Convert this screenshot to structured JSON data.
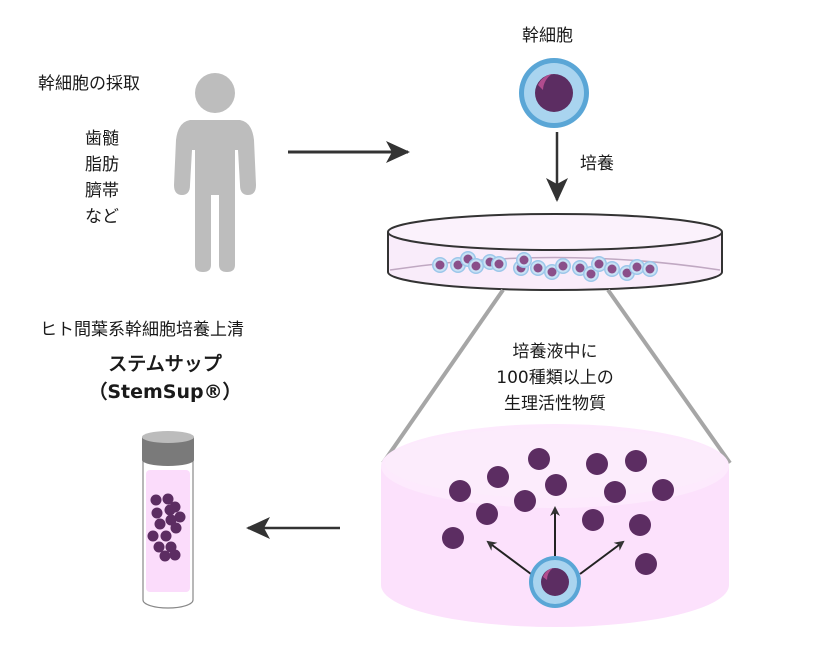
{
  "collection": {
    "title": "幹細胞の採取",
    "sources": [
      "歯髄",
      "脂肪",
      "臍帯",
      "など"
    ]
  },
  "stem_cell": {
    "label": "幹細胞",
    "step_label": "培養"
  },
  "culture_medium": {
    "lines": [
      "培養液中に",
      "100種類以上の",
      "生理活性物質"
    ]
  },
  "product": {
    "description": "ヒト間葉系幹細胞培養上清",
    "name": "ステムサップ",
    "brand": "（StemSup®）"
  },
  "colors": {
    "figure_gray": "#bdbdbd",
    "arrow": "#333333",
    "cell_outer": "#5aa6d6",
    "cell_inner": "#a9d4ef",
    "nucleus": "#5c2d62",
    "nucleus_highlight": "#b14c8e",
    "dish_fill": "#f9ecfa",
    "medium_pink": "#fbe0fb",
    "zoom_lines": "#a6a6a6",
    "vial_cap": "#7a7a7a"
  }
}
